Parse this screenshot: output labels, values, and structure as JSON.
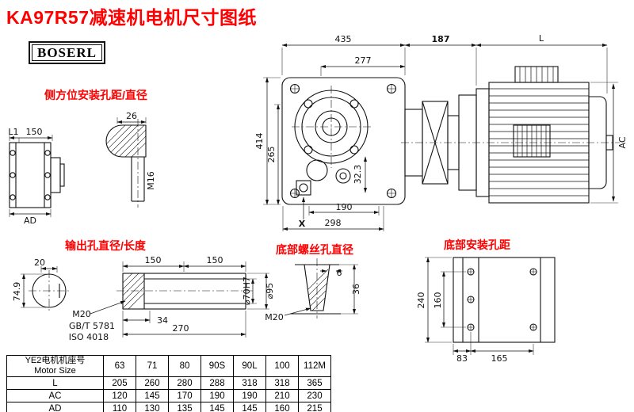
{
  "title": "KA97R57减速机电机尺寸图纸",
  "brand": "BOSERL",
  "section_labels": {
    "side_mount": "侧方位安装孔距/直径",
    "output_hole": "输出孔直径/长度",
    "bottom_screw": "底部螺丝孔直径",
    "bottom_mount": "底部安装孔距"
  },
  "dims": {
    "main_top": "435",
    "main_inner_top": "277",
    "flange_width": "187",
    "motor_length": "L",
    "main_height": "414",
    "main_height_inner": "265",
    "foot_width": "190",
    "base_width": "298",
    "shaft_offset": "32.3",
    "x_mark": "X",
    "motor_ac": "AC",
    "side_l1": "L1",
    "side_150": "150",
    "side_ad": "AD",
    "slot_width": "26",
    "slot_thread": "M16",
    "key_width": "20",
    "shaft_len1": "150",
    "shaft_len2": "150",
    "key_height": "74.9",
    "out_thread": "M20",
    "std1": "GB/T 5781",
    "std2": "ISO 4018",
    "shaft_34": "34",
    "shaft_270": "270",
    "bore_dia": "⌀70H7",
    "shaft_dia": "⌀95",
    "screw_6": "6",
    "screw_36": "36",
    "screw_thread": "M20",
    "mount_240": "240",
    "mount_160": "160",
    "mount_83": "83",
    "mount_165": "165"
  },
  "table": {
    "header_cn": "YE2电机机座号",
    "header_en": "Motor Size",
    "sizes": [
      "63",
      "71",
      "80",
      "90S",
      "90L",
      "100",
      "112M"
    ],
    "rows": [
      {
        "label": "L",
        "values": [
          "205",
          "260",
          "280",
          "288",
          "318",
          "318",
          "365"
        ]
      },
      {
        "label": "AC",
        "values": [
          "120",
          "145",
          "170",
          "190",
          "190",
          "210",
          "230"
        ]
      },
      {
        "label": "AD",
        "values": [
          "110",
          "130",
          "135",
          "145",
          "145",
          "160",
          "215"
        ]
      }
    ]
  }
}
